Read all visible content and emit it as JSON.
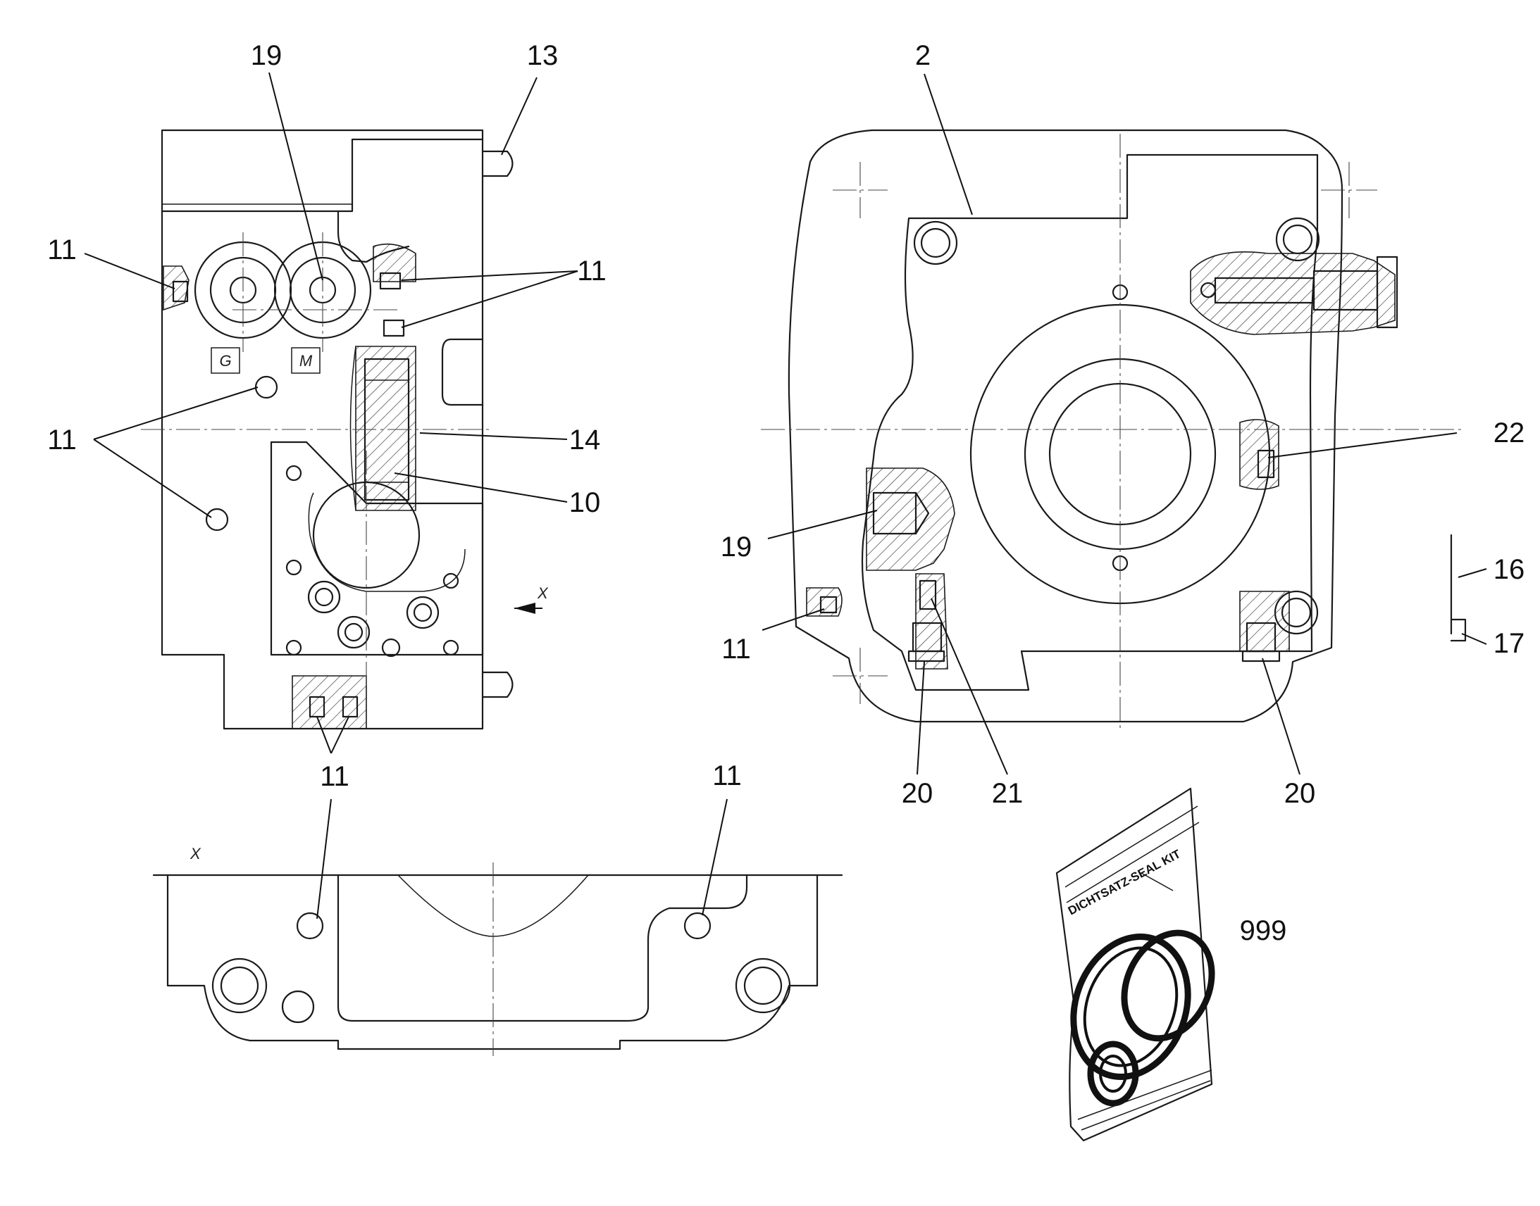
{
  "title": "",
  "views": {
    "left": {
      "callouts": [
        "19",
        "13",
        "11",
        "11",
        "11",
        "14",
        "10",
        "11"
      ],
      "port_labels": [
        "G",
        "M"
      ],
      "view_arrow": "X"
    },
    "right": {
      "callouts": [
        "2",
        "22",
        "19",
        "16",
        "11",
        "17",
        "20",
        "21",
        "20"
      ]
    },
    "bottom": {
      "view_label": "X",
      "callouts": [
        "11",
        "11"
      ]
    }
  },
  "seal_kit": {
    "bag_text": "DICHTSATZ-SEAL KIT",
    "part_number": "999"
  }
}
